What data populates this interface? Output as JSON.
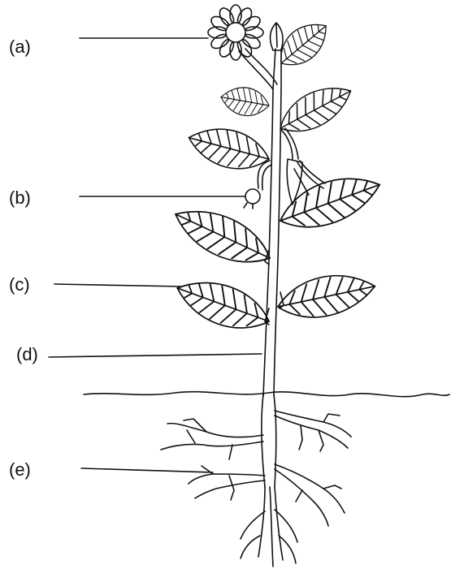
{
  "labels": {
    "a": "(a)",
    "b": "(b)",
    "c": "(c)",
    "d": "(d)",
    "e": "(e)"
  },
  "colors": {
    "ink": "#111111",
    "background": "#ffffff"
  }
}
